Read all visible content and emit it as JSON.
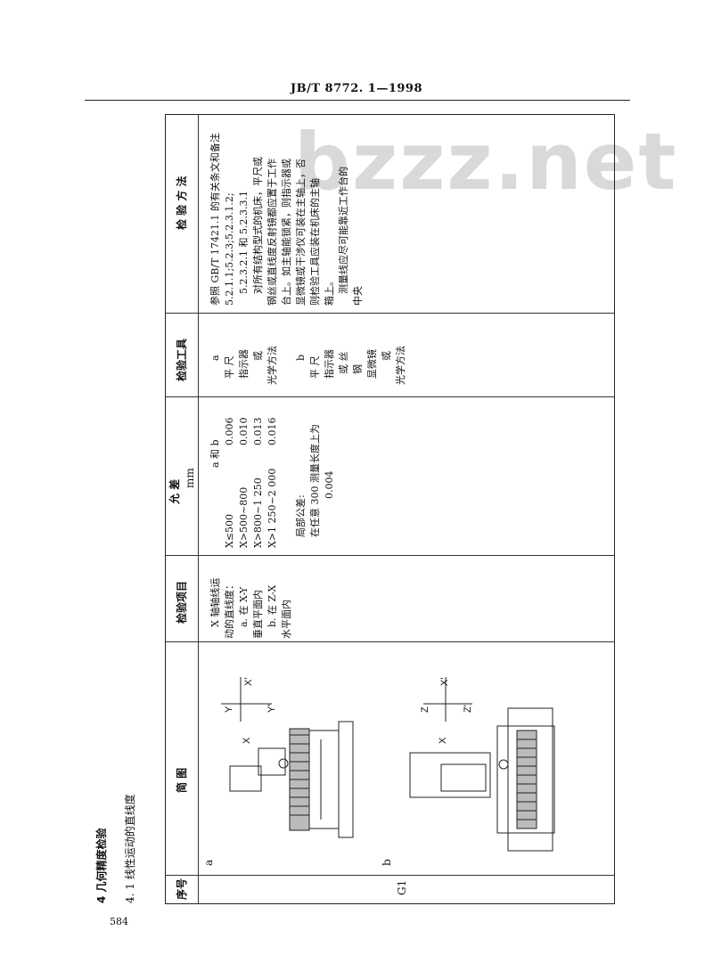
{
  "header": {
    "standard": "JB/T 8772. 1—1998"
  },
  "watermark": "bzzz.net",
  "page_number": "584",
  "section": {
    "title": "4  几何精度检验",
    "subtitle": "4. 1  线性运动的直线度"
  },
  "columns": {
    "no": "序号",
    "diagram": "简    图",
    "item": "检验项目",
    "tolerance_title": "允    差",
    "tolerance_unit": "mm",
    "tools": "检验工具",
    "method": "检    验    方    法"
  },
  "row": {
    "no": "G1",
    "label_a": "a",
    "label_b": "b",
    "item_lines": [
      "X 轴轴线运",
      "动的直线度：",
      "a. 在 X-Y",
      "垂直平面内",
      "b. 在 Z-X",
      "水平面内"
    ],
    "tolerance": {
      "head": "a 和 b",
      "rows": [
        {
          "range": "X≤500",
          "value": "0.006"
        },
        {
          "range": "X>500~800",
          "value": "0.010"
        },
        {
          "range": "X>800~1 250",
          "value": "0.013"
        },
        {
          "range": "X>1 250~2 000",
          "value": "0.016"
        }
      ],
      "local_title": "局部公差:",
      "local_text": "在任意 300 测量长度上为",
      "local_value": "0.004"
    },
    "tools_lines": [
      "a",
      "平  尺",
      "指示器",
      "或",
      "光学方法",
      "",
      "b",
      "平  尺",
      "指示器",
      "或  丝",
      "钢",
      "显微镜",
      "或",
      "光学方法"
    ],
    "method_lines": [
      "参照 GB/T 17421.1 的有关条文和备注",
      "5.2.1.1;5.2.3;5.2.3.1.2;",
      "5.2.3.2.1 和 5.2.3.3.1",
      "对所有结构型式的机床，平尺或",
      "钢丝或直线度反射镜都应置于工作",
      "台上。如主轴能锁紧，则指示器或",
      "显微镜或干涉仪可装在主轴上，否",
      "则检验工具应装在机床的主轴",
      "箱上。",
      "测量线应尽可能靠近工作台的",
      "中央"
    ]
  },
  "diagram_a": {
    "axes": [
      "Y",
      "X",
      "X'",
      "Y'"
    ]
  },
  "diagram_b": {
    "axes": [
      "Z",
      "X",
      "X'",
      "Z'"
    ]
  }
}
